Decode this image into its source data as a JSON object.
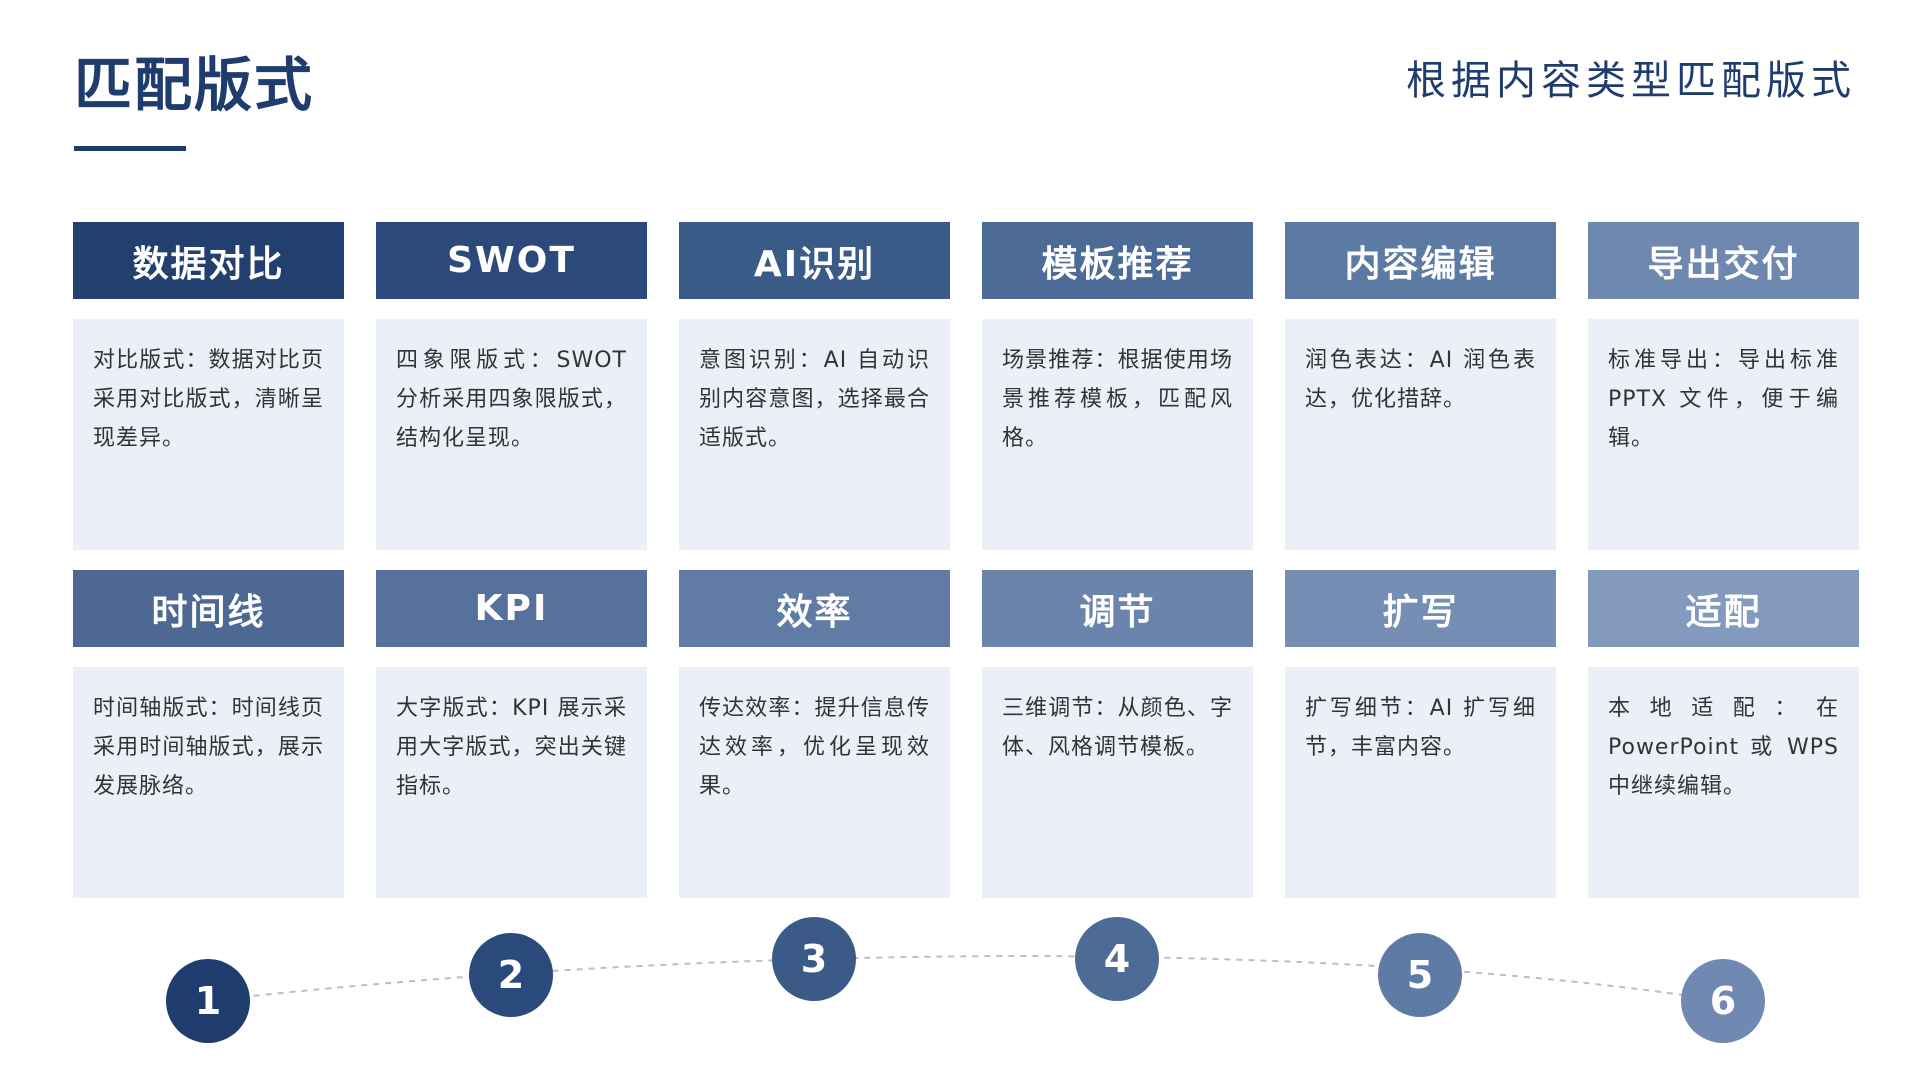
{
  "header": {
    "title": "匹配版式",
    "subtitle": "根据内容类型匹配版式"
  },
  "rows": [
    {
      "cards": [
        {
          "heading": "数据对比",
          "body": "对比版式：数据对比页采用对比版式，清晰呈现差异。",
          "color": "#213f6f"
        },
        {
          "heading": "SWOT",
          "body": "四象限版式：SWOT 分析采用四象限版式，结构化呈现。",
          "color": "#2b4a7b"
        },
        {
          "heading": "AI识别",
          "body": "意图识别：AI 自动识别内容意图，选择最合适版式。",
          "color": "#3a5a88"
        },
        {
          "heading": "模板推荐",
          "body": "场景推荐：根据使用场景推荐模板，匹配风格。",
          "color": "#4c6b97"
        },
        {
          "heading": "内容编辑",
          "body": "润色表达：AI 润色表达，优化措辞。",
          "color": "#5d7aa4"
        },
        {
          "heading": "导出交付",
          "body": "标准导出：导出标准 PPTX 文件，便于编辑。",
          "color": "#6e88b0"
        }
      ]
    },
    {
      "cards": [
        {
          "heading": "时间线",
          "body": "时间轴版式：时间线页采用时间轴版式，展示发展脉络。",
          "color": "#4c6893"
        },
        {
          "heading": "KPI",
          "body": "大字版式：KPI 展示采用大字版式，突出关键指标。",
          "color": "#56729c"
        },
        {
          "heading": "效率",
          "body": "传达效率：提升信息传达效率，优化呈现效果。",
          "color": "#607ba4"
        },
        {
          "heading": "调节",
          "body": "三维调节：从颜色、字体、风格调节模板。",
          "color": "#6a84ab"
        },
        {
          "heading": "扩写",
          "body": "扩写细节：AI 扩写细节，丰富内容。",
          "color": "#768eb4"
        },
        {
          "heading": "适配",
          "body": "本地适配：在 PowerPoint 或 WPS 中继续编辑。",
          "color": "#8399bd"
        }
      ]
    }
  ],
  "steps": [
    {
      "label": "1",
      "color": "#1f3c6e"
    },
    {
      "label": "2",
      "color": "#2a4a7c"
    },
    {
      "label": "3",
      "color": "#3b5a88"
    },
    {
      "label": "4",
      "color": "#4c6b97"
    },
    {
      "label": "5",
      "color": "#5e7ba6"
    },
    {
      "label": "6",
      "color": "#7089b2"
    }
  ]
}
